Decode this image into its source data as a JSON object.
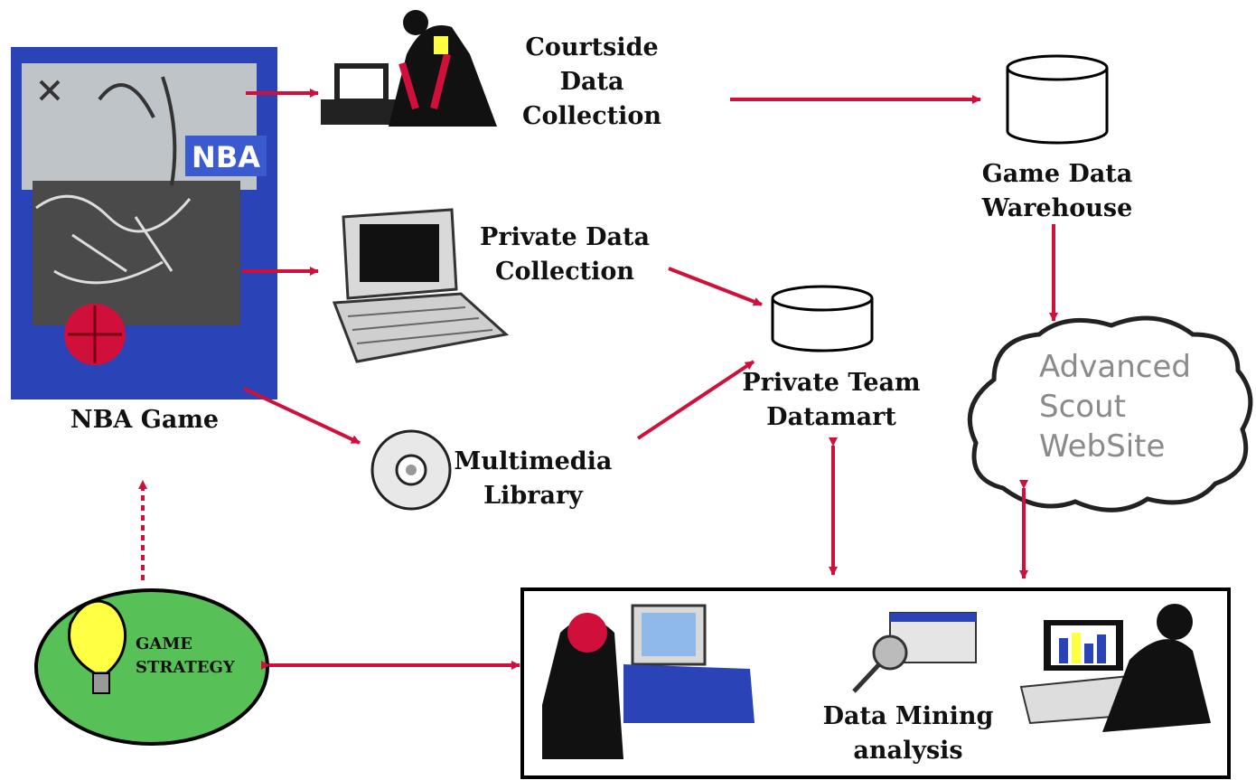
{
  "nodes": {
    "nba_game": "NBA Game",
    "courtside": "Courtside\nData\nCollection",
    "private_collection": "Private Data\nCollection",
    "multimedia": "Multimedia\nLibrary",
    "datamart": "Private Team\nDatamart",
    "warehouse": "Game Data\nWarehouse",
    "website": "Advanced\nScout\nWebSite",
    "strategy": "GAME\nSTRATEGY",
    "mining": "Data Mining\nanalysis"
  },
  "logo_text": "NBA",
  "colors": {
    "arrow": "#d0103a",
    "poster_bg": "#2a44b8",
    "ellipse_fill": "#57c057",
    "bulb": "#ffff44"
  }
}
